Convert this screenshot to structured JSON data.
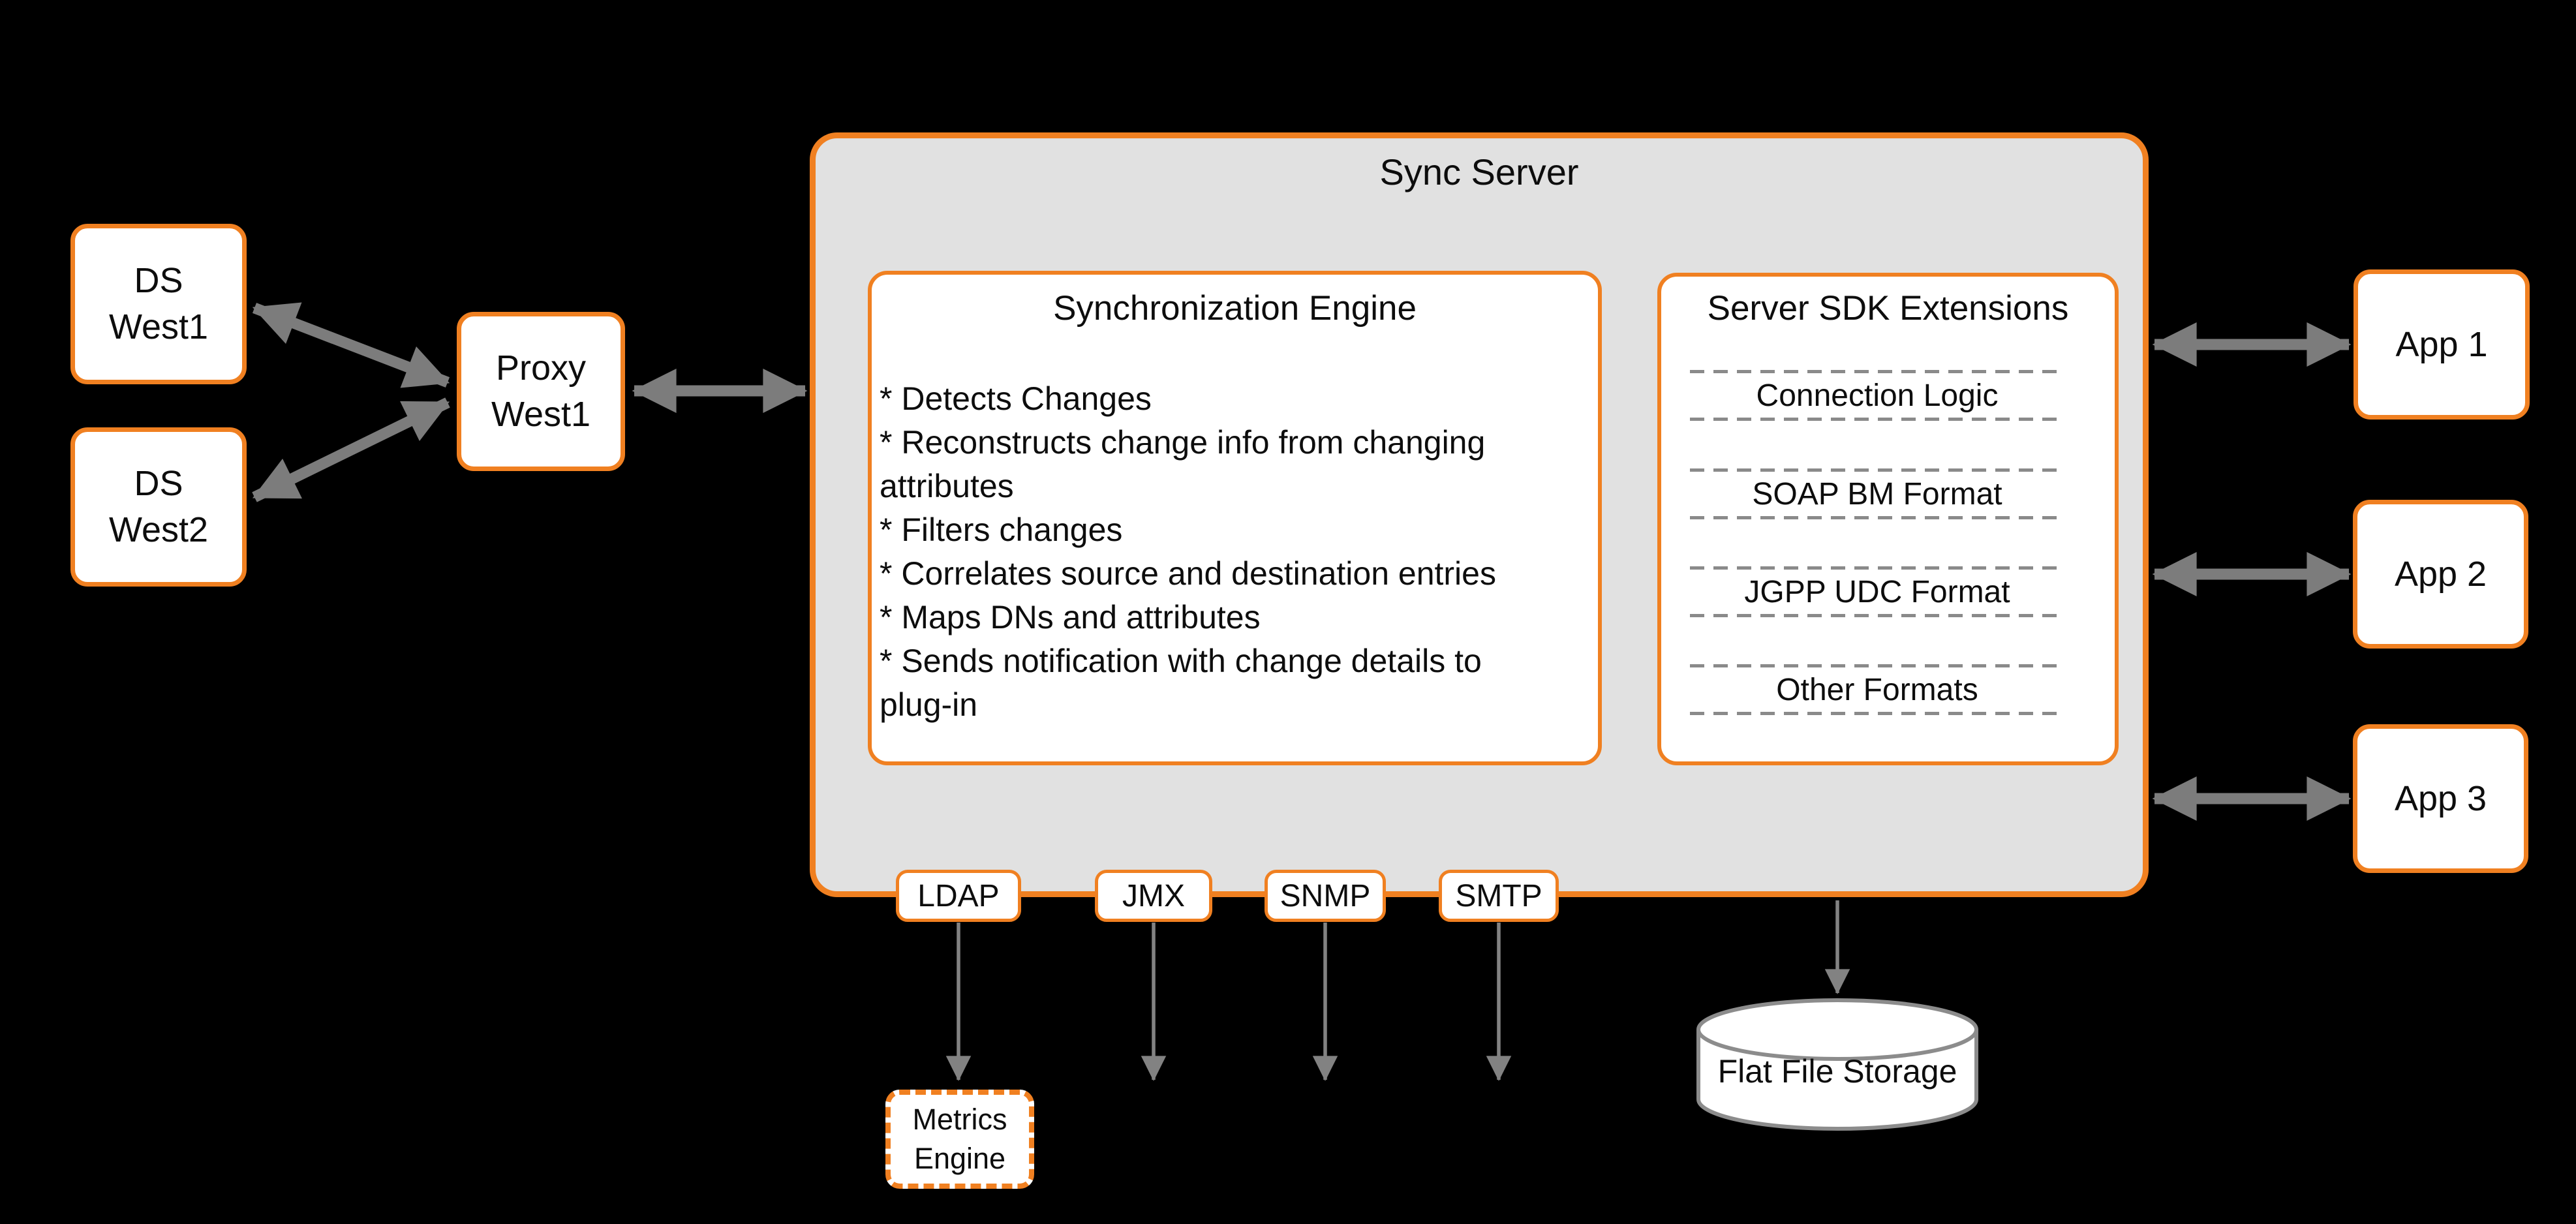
{
  "diagram": {
    "nodes": {
      "ds_west1": "DS\nWest1",
      "ds_west2": "DS\nWest2",
      "proxy_west1": "Proxy\nWest1",
      "app_1": "App 1",
      "app_2": "App 2",
      "app_3": "App 3",
      "metrics_engine": "Metrics\nEngine",
      "flat_file_storage": "Flat File Storage"
    },
    "sync_server": {
      "title": "Sync Server",
      "engine": {
        "title": "Synchronization Engine",
        "bullets": [
          "* Detects Changes",
          "* Reconstructs change info from changing\nattributes",
          "* Filters changes",
          "* Correlates source and destination entries",
          "* Maps DNs and attributes",
          "* Sends notification with change details to\nplug-in"
        ]
      },
      "sdk": {
        "title": "Server SDK Extensions",
        "items": [
          "Connection Logic",
          "SOAP BM Format",
          "JGPP UDC Format",
          "Other Formats"
        ]
      },
      "protocols": [
        "LDAP",
        "JMX",
        "SNMP",
        "SMTP"
      ]
    },
    "colors": {
      "accent_orange": "#F08021",
      "panel_gray": "#E1E1E1",
      "arrow_gray": "#7C7C7C",
      "thin_arrow_gray": "#828282",
      "background": "#000000"
    }
  }
}
